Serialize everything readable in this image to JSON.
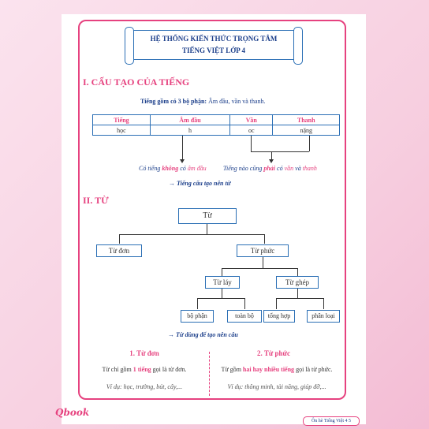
{
  "header": {
    "title_line1": "HỆ THỐNG KIẾN THỨC TRỌNG TÂM",
    "title_line2": "TIẾNG VIỆT LỚP 4"
  },
  "section1": {
    "heading": "I. CẤU TẠO CỦA TIẾNG",
    "intro_bold": "Tiếng gồm có 3 bộ phận:",
    "intro_rest": " Âm đầu, vần và thanh.",
    "table_headers": [
      "Tiếng",
      "Âm đầu",
      "Vần",
      "Thanh"
    ],
    "table_values": [
      "học",
      "h",
      "oc",
      "nặng"
    ],
    "note_left_a": "Có tiếng ",
    "note_left_b": "không",
    "note_left_c": " có ",
    "note_left_d": "âm đầu",
    "note_right_a": "Tiếng nào cũng ",
    "note_right_b": "phải",
    "note_right_c": " có ",
    "note_right_d": "vần",
    "note_right_e": " và ",
    "note_right_f": "thanh",
    "conclusion": "→ Tiếng cấu tạo nên từ"
  },
  "section2": {
    "heading": "II. TỪ",
    "root": "Từ",
    "tu_don": "Từ đơn",
    "tu_phuc": "Từ phức",
    "tu_lay": "Từ láy",
    "tu_ghep": "Từ ghép",
    "bo_phan": "bộ phận",
    "toan_bo": "toàn bộ",
    "tong_hop": "tổng hợp",
    "phan_loai": "phân loại",
    "conclusion": "→ Từ dùng để tạo nên câu",
    "col1": {
      "title": "1. Từ đơn",
      "line_a": "Từ chỉ gồm ",
      "line_b": "1 tiếng",
      "line_c": " gọi là từ đơn.",
      "example": "Ví dụ: học, trường, bút, cây,..."
    },
    "col2": {
      "title": "2. Từ phức",
      "line_a": "Từ gồm ",
      "line_b": "hai hay nhiều tiếng",
      "line_c": " gọi là từ phức.",
      "example": "Ví dụ: thông minh, tài năng, giúp đỡ,..."
    }
  },
  "footer": {
    "brand": "Qbook",
    "page_label": "Ôn hè Tiếng Việt 4",
    "page_number": "5"
  },
  "colors": {
    "accent": "#e6427f",
    "blue": "#1b3e8a",
    "border_blue": "#2b6fb5",
    "background_pink": "#f7cfe0"
  }
}
